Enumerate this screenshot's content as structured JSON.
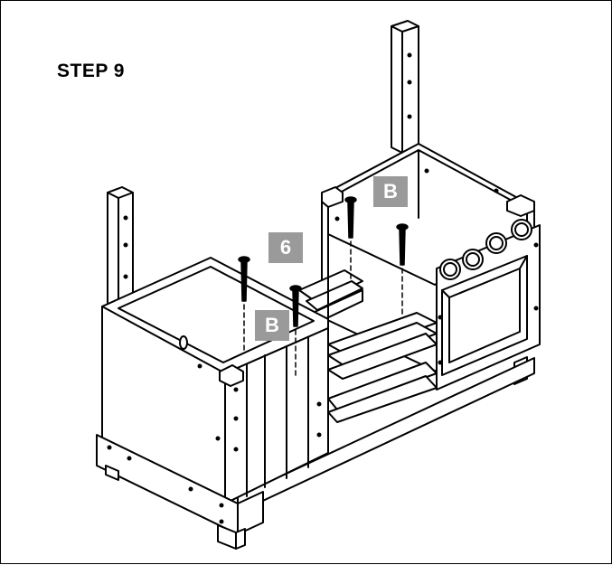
{
  "step": {
    "title": "STEP 9"
  },
  "labels": {
    "part_b_top": "B",
    "qty_6": "6",
    "part_b_left": "B"
  },
  "colors": {
    "line": "#000000",
    "tag_fill": "#9a9a9a",
    "tag_text": "#ffffff"
  },
  "icons": [
    "screw-icon"
  ]
}
